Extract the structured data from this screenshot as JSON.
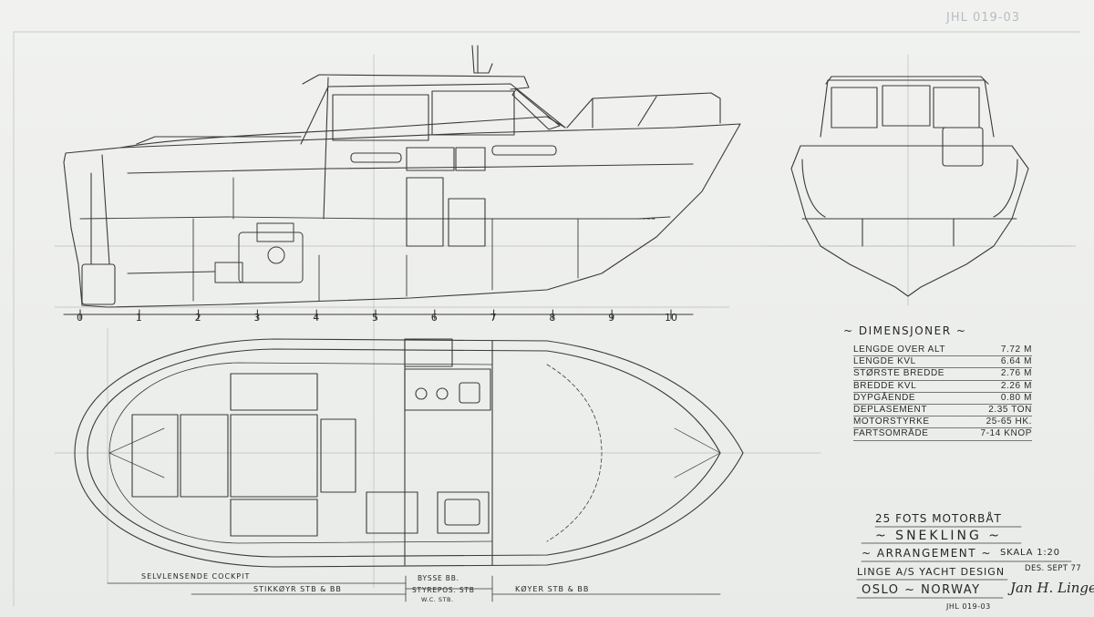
{
  "sheet": {
    "corner_ref": "JHL 019-03",
    "footer_ref": "JHL 019-03"
  },
  "frame_numbers": [
    "0",
    "1",
    "2",
    "3",
    "4",
    "5",
    "6",
    "7",
    "8",
    "9",
    "10"
  ],
  "dimensions": {
    "heading": "~ DIMENSJONER ~",
    "rows": [
      {
        "label": "LENGDE OVER ALT",
        "value": "7.72 M"
      },
      {
        "label": "LENGDE KVL",
        "value": "6.64 M"
      },
      {
        "label": "STØRSTE BREDDE",
        "value": "2.76 M"
      },
      {
        "label": "BREDDE KVL",
        "value": "2.26 M"
      },
      {
        "label": "DYPGÅENDE",
        "value": "0.80 M"
      },
      {
        "label": "DEPLASEMENT",
        "value": "2.35 TON"
      },
      {
        "label": "MOTORSTYRKE",
        "value": "25-65 HK."
      },
      {
        "label": "FARTSOMRÅDE",
        "value": "7-14 KNOP"
      }
    ]
  },
  "title_block": {
    "line1": "25 FOTS MOTORBÅT",
    "name": "~ SNEKLING ~",
    "arrangement": "~ ARRANGEMENT ~",
    "scale": "SKALA 1:20",
    "designer": "LINGE A/S YACHT DESIGN",
    "date": "DES. SEPT 77",
    "city": "OSLO ~ NORWAY",
    "signature": "Jan H. Linge"
  },
  "plan_labels": {
    "cockpit": "SELVLENSENDE COCKPIT",
    "stikkovr": "STIKKØYR STB & BB",
    "bysse": "BYSSE BB.",
    "styrepos": "STYREPOS. STB",
    "wc": "W.C. STB.",
    "koyer": "KØYER STB & BB"
  }
}
